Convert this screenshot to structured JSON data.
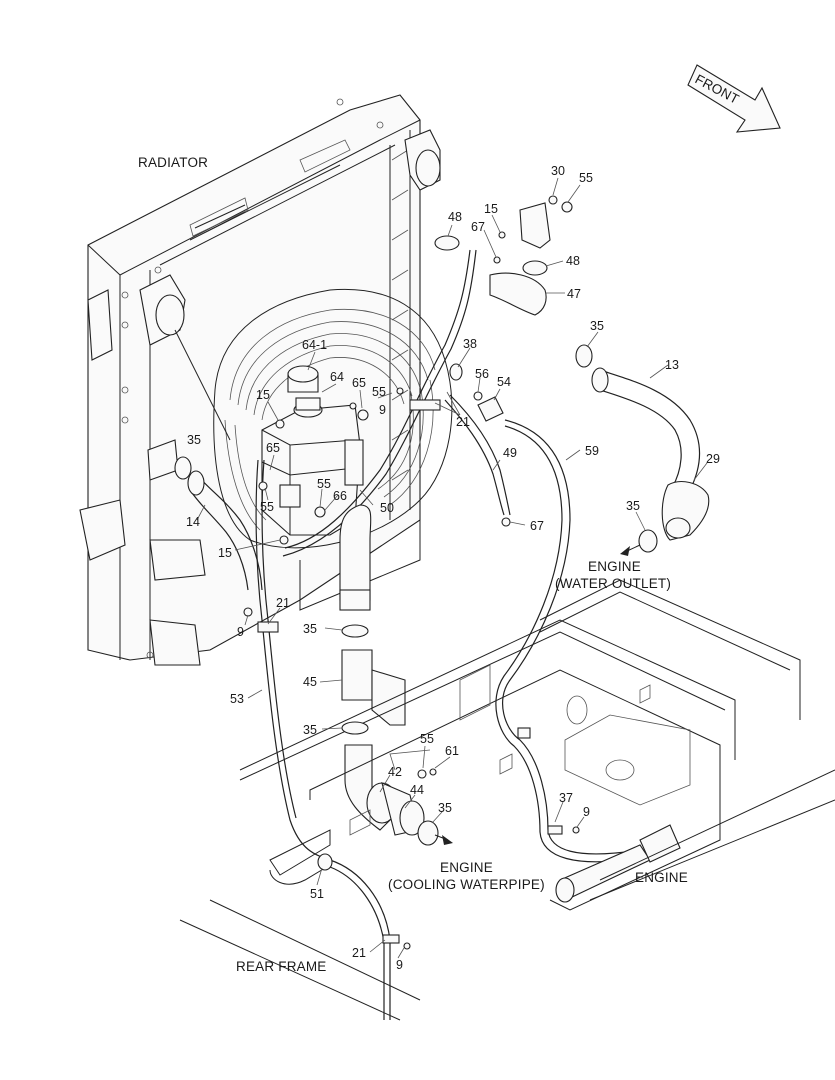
{
  "diagram": {
    "labels": {
      "radiator": "RADIATOR",
      "front": "FRONT",
      "engine_water_outlet_1": "ENGINE",
      "engine_water_outlet_2": "(WATER OUTLET)",
      "engine_cooling_1": "ENGINE",
      "engine_cooling_2": "(COOLING WATERPIPE)",
      "engine": "ENGINE",
      "rear_frame": "REAR FRAME"
    },
    "part_numbers": {
      "p30": "30",
      "p55a": "55",
      "p15a": "15",
      "p48a": "48",
      "p67a": "67",
      "p48b": "48",
      "p47": "47",
      "p35a": "35",
      "p13": "13",
      "p38": "38",
      "p56": "56",
      "p54": "54",
      "p21a": "21",
      "p64_1": "64-1",
      "p64": "64",
      "p65a": "65",
      "p55b": "55",
      "p9a": "9",
      "p15b": "15",
      "p65b": "65",
      "p35b": "35",
      "p55c": "55",
      "p55d": "55",
      "p66": "66",
      "p50": "50",
      "p49": "49",
      "p59": "59",
      "p29": "29",
      "p35c": "35",
      "p67b": "67",
      "p14": "14",
      "p15c": "15",
      "p21b": "21",
      "p9b": "9",
      "p35d": "35",
      "p45": "45",
      "p53": "53",
      "p35e": "35",
      "p55e": "55",
      "p61": "61",
      "p42": "42",
      "p44": "44",
      "p35f": "35",
      "p37": "37",
      "p9c": "9",
      "p51": "51",
      "p21c": "21",
      "p9d": "9"
    }
  }
}
